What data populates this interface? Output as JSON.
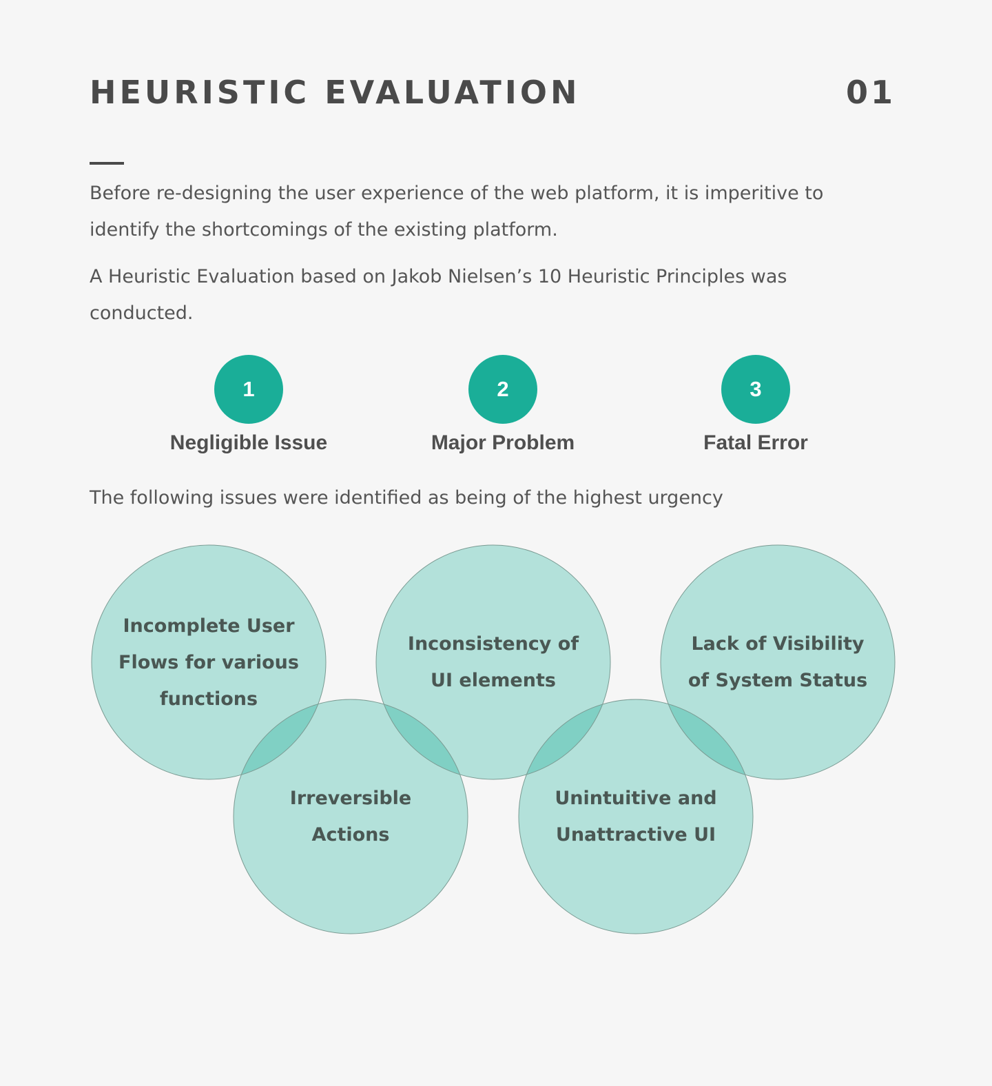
{
  "header": {
    "title": "HEURISTIC EVALUATION",
    "page_number": "01"
  },
  "intro": {
    "paragraph_1": "Before re-designing the user experience of the web platform, it is imperitive to identify the shortcomings of the existing platform.",
    "paragraph_2": "A Heuristic Evaluation based on Jakob Nielsen’s 10 Heuristic Principles was conducted."
  },
  "severity_scale": {
    "items": [
      {
        "number": "1",
        "label": "Negligible Issue"
      },
      {
        "number": "2",
        "label": "Major Problem"
      },
      {
        "number": "3",
        "label": "Fatal Error"
      }
    ],
    "color": "#1aae98"
  },
  "issues_intro": "The following issues were identified as being of the highest urgency",
  "issues": {
    "fill_color": "#b3e1da",
    "overlap_color": "#80d0c4",
    "outline_color": "#7a9a92",
    "items": [
      {
        "label": "Incomplete User Flows for various functions"
      },
      {
        "label": "Inconsistency of UI elements"
      },
      {
        "label": "Lack of Visibility of System Status"
      },
      {
        "label": "Irreversible Actions"
      },
      {
        "label": "Unintuitive and Unattractive UI"
      }
    ]
  }
}
